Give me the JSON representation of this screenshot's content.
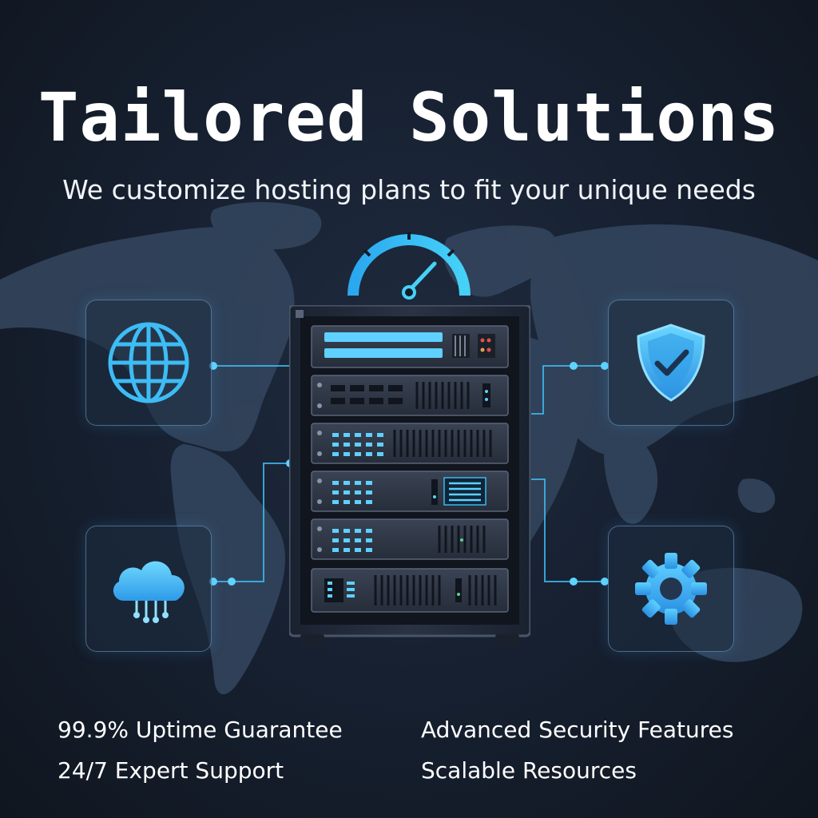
{
  "header": {
    "title": "Tailored Solutions",
    "subtitle": "We customize hosting plans to fit your unique needs"
  },
  "features": {
    "uptime": "99.9% Uptime Guarantee",
    "security": "Advanced Security Features",
    "support": "24/7 Expert Support",
    "scalable": "Scalable Resources"
  },
  "icons": {
    "top_left": "globe-icon",
    "top_right": "shield-check-icon",
    "bottom_left": "cloud-network-icon",
    "bottom_right": "gear-icon",
    "center": "server-rack",
    "top": "speed-gauge-icon"
  },
  "colors": {
    "background": "#141b28",
    "accent": "#38b6f5",
    "map": "#3a4f6c",
    "text": "#ffffff"
  }
}
